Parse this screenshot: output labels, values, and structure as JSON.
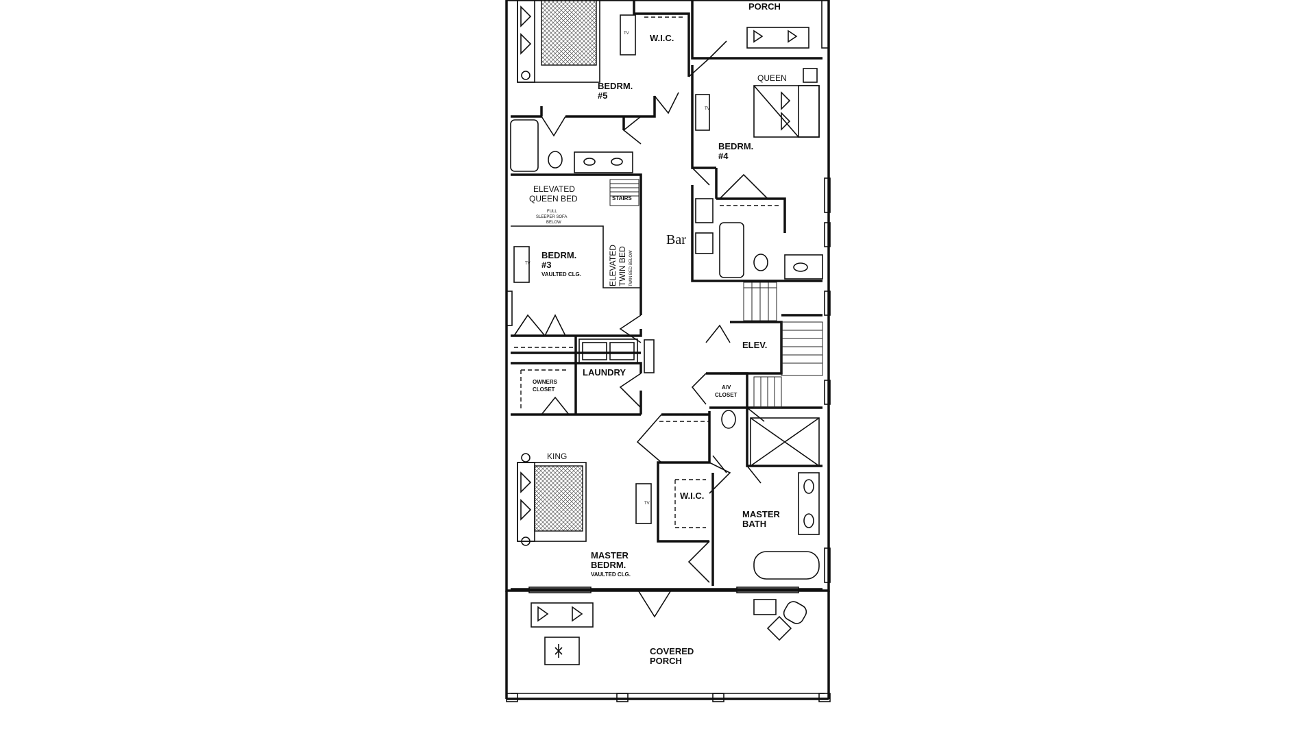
{
  "rooms": {
    "top_porch": "PORCH",
    "bedrm5": [
      "BEDRM.",
      "#5"
    ],
    "wic_top": "W.I.C.",
    "queen": "QUEEN",
    "bedrm4": [
      "BEDRM.",
      "#4"
    ],
    "elevated_queen": [
      "ELEVATED",
      "QUEEN BED"
    ],
    "sleeper_note": [
      "FULL",
      "SLEEPER SOFA",
      "BELOW"
    ],
    "stairs": "STAIRS",
    "bar": "Bar",
    "bedrm3": [
      "BEDRM.",
      "#3",
      "VAULTED CLG."
    ],
    "elevated_twin": [
      "ELEVATED",
      "TWIN BED",
      "TWIN BED BELOW"
    ],
    "laundry": "LAUNDRY",
    "owners_closet": [
      "OWNERS",
      "CLOSET"
    ],
    "elev": "ELEV.",
    "av_closet": [
      "A/V",
      "CLOSET"
    ],
    "king": "KING",
    "wic_master": "W.I.C.",
    "master_bath": [
      "MASTER",
      "BATH"
    ],
    "master_bedrm": [
      "MASTER",
      "BEDRM.",
      "VAULTED CLG."
    ],
    "covered_porch": [
      "COVERED",
      "PORCH"
    ]
  },
  "tv": "TV"
}
